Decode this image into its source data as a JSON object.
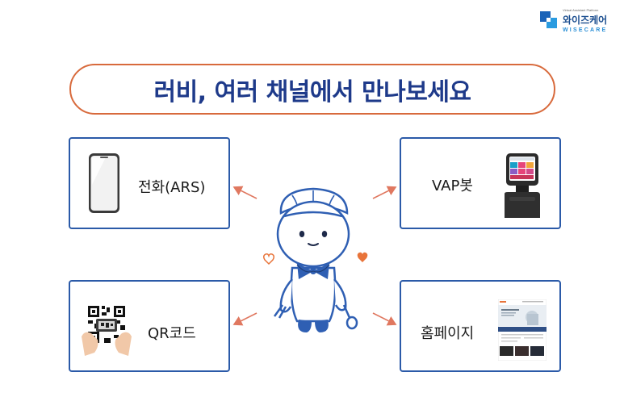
{
  "logo": {
    "tagline": "Virtual Assistant Platform",
    "name_kr": "와이즈케어",
    "name_en": "WISECARE"
  },
  "title": "러비, 여러 채널에서 만나보세요",
  "channels": {
    "phone": {
      "label": "전화(ARS)"
    },
    "vap": {
      "label": "VAP봇"
    },
    "qr": {
      "label": "QR코드"
    },
    "homepage": {
      "label": "홈페이지"
    }
  },
  "colors": {
    "title_text": "#1e3a8a",
    "pill_border": "#d86a3c",
    "box_border": "#2b5aa8",
    "arrow": "#e07860",
    "heart": "#e8743a",
    "mascot_accent": "#2f5fb3"
  },
  "icons": {
    "phone": "smartphone-icon",
    "vap": "kiosk-robot-icon",
    "qr": "qr-code-hands-icon",
    "homepage": "website-screenshot-icon"
  }
}
